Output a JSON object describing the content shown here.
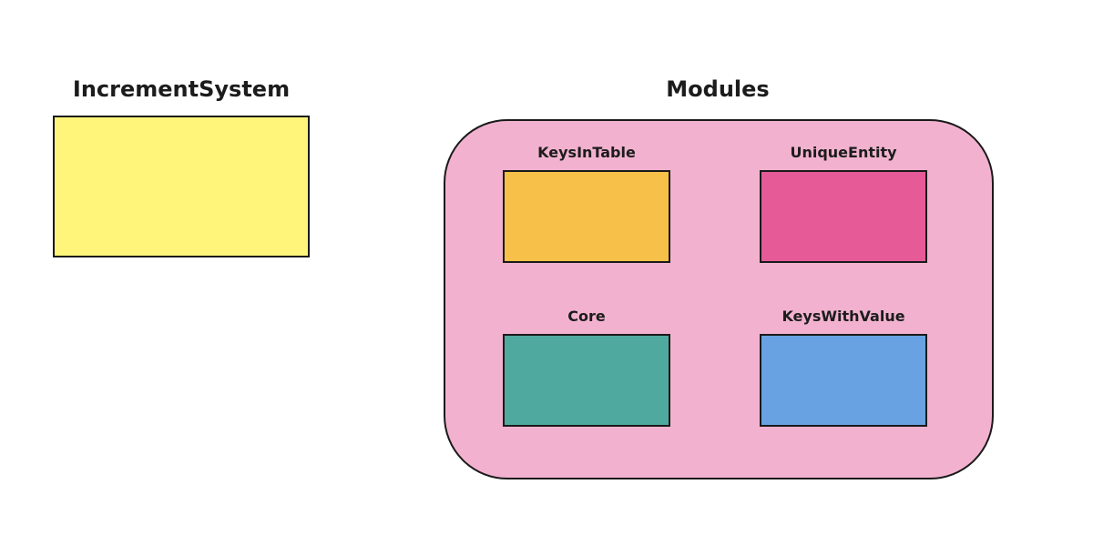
{
  "increment_system": {
    "title": "IncrementSystem",
    "color": "#fef57a"
  },
  "modules": {
    "title": "Modules",
    "group_color": "#f2b2cf",
    "items": [
      {
        "label": "KeysInTable",
        "color": "#f7c048"
      },
      {
        "label": "UniqueEntity",
        "color": "#e65a98"
      },
      {
        "label": "Core",
        "color": "#50a99f"
      },
      {
        "label": "KeysWithValue",
        "color": "#68a2e3"
      }
    ]
  }
}
